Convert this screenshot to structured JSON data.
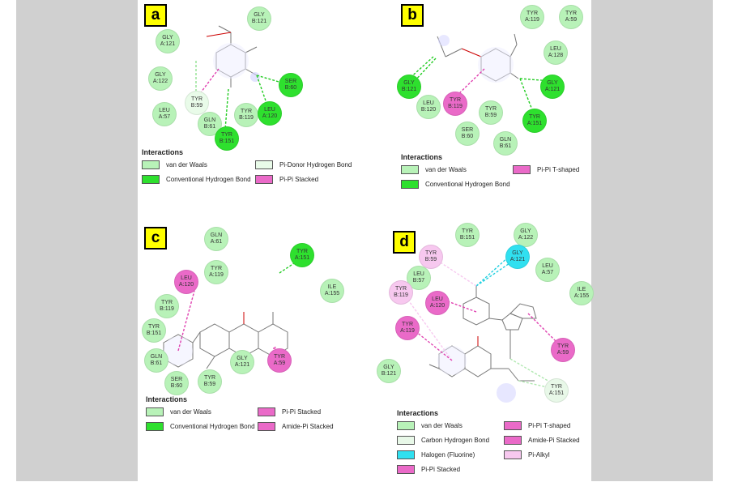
{
  "colors": {
    "vdw": "#b8f2b8",
    "hbond": "#2ee02e",
    "pidonor": "#e9fbe9",
    "pistack": "#ea6ac8",
    "pit": "#ea6ac8",
    "amidepi": "#ea6ac8",
    "halogen": "#30e0f0",
    "pialkyl": "#f7c8ef",
    "carbonh": "#e8f8e8"
  },
  "legend_title": "Interactions",
  "panels": [
    {
      "label": "a",
      "residues": [
        {
          "t": "GLY\nB:121",
          "c": "vdw"
        },
        {
          "t": "GLY\nA:121",
          "c": "vdw"
        },
        {
          "t": "GLY\nA:122",
          "c": "vdw"
        },
        {
          "t": "LEU\nA:57",
          "c": "vdw"
        },
        {
          "t": "TYR\nB:59",
          "c": "pidonor"
        },
        {
          "t": "GLN\nB:61",
          "c": "vdw"
        },
        {
          "t": "TYR\nB:151",
          "c": "hbond"
        },
        {
          "t": "TYR\nB:119",
          "c": "vdw"
        },
        {
          "t": "LEU\nA:120",
          "c": "hbond"
        },
        {
          "t": "SER\nB:60",
          "c": "hbond"
        }
      ],
      "legend": [
        {
          "label": "van der Waals",
          "c": "vdw"
        },
        {
          "label": "Pi-Donor Hydrogen Bond",
          "c": "pidonor"
        },
        {
          "label": "Conventional Hydrogen Bond",
          "c": "hbond"
        },
        {
          "label": "Pi-Pi Stacked",
          "c": "pistack"
        }
      ]
    },
    {
      "label": "b",
      "residues": [
        {
          "t": "TYR\nA:119",
          "c": "vdw"
        },
        {
          "t": "TYR\nA:59",
          "c": "vdw"
        },
        {
          "t": "LEU\nA:128",
          "c": "vdw"
        },
        {
          "t": "GLY\nB:121",
          "c": "hbond"
        },
        {
          "t": "LEU\nB:120",
          "c": "vdw"
        },
        {
          "t": "TYR\nB:119",
          "c": "pit"
        },
        {
          "t": "TYR\nB:59",
          "c": "vdw"
        },
        {
          "t": "GLY\nA:121",
          "c": "hbond"
        },
        {
          "t": "TYR\nA:151",
          "c": "hbond"
        },
        {
          "t": "SER\nB:60",
          "c": "vdw"
        },
        {
          "t": "GLN\nB:61",
          "c": "vdw"
        }
      ],
      "legend": [
        {
          "label": "van der Waals",
          "c": "vdw"
        },
        {
          "label": "Pi-Pi T-shaped",
          "c": "pit"
        },
        {
          "label": "Conventional Hydrogen Bond",
          "c": "hbond"
        }
      ]
    },
    {
      "label": "c",
      "residues": [
        {
          "t": "GLN\nA:61",
          "c": "vdw"
        },
        {
          "t": "TYR\nA:151",
          "c": "hbond"
        },
        {
          "t": "LEU\nA:120",
          "c": "pistack"
        },
        {
          "t": "TYR\nA:119",
          "c": "vdw"
        },
        {
          "t": "ILE\nA:155",
          "c": "vdw"
        },
        {
          "t": "TYR\nB:119",
          "c": "vdw"
        },
        {
          "t": "TYR\nB:151",
          "c": "vdw"
        },
        {
          "t": "GLN\nB:61",
          "c": "vdw"
        },
        {
          "t": "GLY\nA:121",
          "c": "vdw"
        },
        {
          "t": "TYR\nA:59",
          "c": "pistack"
        },
        {
          "t": "SER\nB:60",
          "c": "vdw"
        },
        {
          "t": "TYR\nB:59",
          "c": "vdw"
        }
      ],
      "legend": [
        {
          "label": "van der Waals",
          "c": "vdw"
        },
        {
          "label": "Pi-Pi Stacked",
          "c": "pistack"
        },
        {
          "label": "Conventional Hydrogen Bond",
          "c": "hbond"
        },
        {
          "label": "Amide-Pi Stacked",
          "c": "amidepi"
        }
      ]
    },
    {
      "label": "d",
      "residues": [
        {
          "t": "TYR\nB:151",
          "c": "vdw"
        },
        {
          "t": "GLY\nA:122",
          "c": "vdw"
        },
        {
          "t": "TYR\nB:59",
          "c": "pialkyl"
        },
        {
          "t": "GLY\nA:121",
          "c": "halogen"
        },
        {
          "t": "LEU\nB:57",
          "c": "vdw"
        },
        {
          "t": "LEU\nA:57",
          "c": "vdw"
        },
        {
          "t": "ILE\nA:155",
          "c": "vdw"
        },
        {
          "t": "TYR\nB:119",
          "c": "pialkyl"
        },
        {
          "t": "LEU\nA:120",
          "c": "pistack"
        },
        {
          "t": "TYR\nA:119",
          "c": "pistack"
        },
        {
          "t": "TYR\nA:59",
          "c": "pistack"
        },
        {
          "t": "GLY\nB:121",
          "c": "vdw"
        },
        {
          "t": "TYR\nA:151",
          "c": "carbonh"
        }
      ],
      "legend": [
        {
          "label": "van der Waals",
          "c": "vdw"
        },
        {
          "label": "Pi-Pi T-shaped",
          "c": "pit"
        },
        {
          "label": "Carbon Hydrogen Bond",
          "c": "carbonh"
        },
        {
          "label": "Amide-Pi Stacked",
          "c": "amidepi"
        },
        {
          "label": "Halogen (Fluorine)",
          "c": "halogen"
        },
        {
          "label": "Pi-Alkyl",
          "c": "pialkyl"
        },
        {
          "label": "Pi-Pi Stacked",
          "c": "pistack"
        }
      ]
    }
  ]
}
